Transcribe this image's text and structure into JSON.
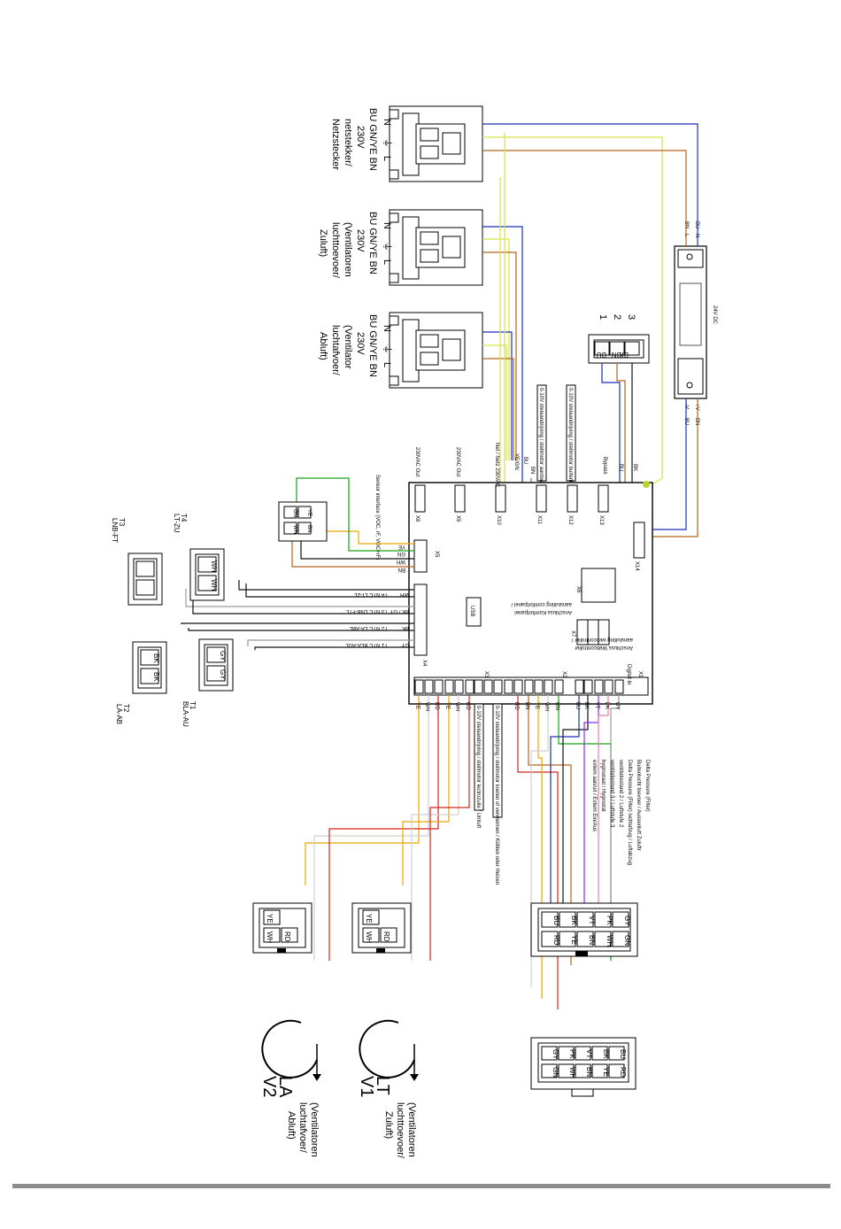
{
  "mains_plugs": [
    {
      "pins": [
        "N",
        "⏚",
        "L"
      ],
      "colors": "BU GN/YE BN",
      "voltage": "230V",
      "label1": "netstekker/",
      "label2": "Netzstecker",
      "label3": ""
    },
    {
      "pins": [
        "N",
        "⏚",
        "L"
      ],
      "colors": "BU GN/YE BN",
      "voltage": "230V",
      "label1": "(Ventilatoren",
      "label2": "luchttoevoer/",
      "label3": "Zuluft)"
    },
    {
      "pins": [
        "N",
        "⏚",
        "L"
      ],
      "colors": "BU GN/YE BN",
      "voltage": "230V",
      "label1": "(Ventilator",
      "label2": "luchtafvoer/",
      "label3": "Abluft)"
    }
  ],
  "psu": {
    "title": "24V DC",
    "in_l": "BN",
    "in_n": "BU",
    "in_l_pin": "L",
    "in_n_pin": "N",
    "out_neg": "-V",
    "out_pos": "+V",
    "out_neg_c": "BU",
    "out_pos_c": "BN"
  },
  "bypass_conn": {
    "numbers": [
      "3",
      "2",
      "1"
    ],
    "pins": [
      "BK",
      "BN",
      "BU"
    ]
  },
  "board_labels": {
    "x10": "Net / Netz 230VAC",
    "x9": "230VAC Out",
    "x8": "230VAC Out",
    "yegn": "YE/GN",
    "bu": "BU",
    "bn": "BN",
    "bypass": "Bypass",
    "bk": "BK",
    "x11_desc": "0-10V stelaandrijving / stellmotor aardwarmte / Erdwärmetauscher",
    "x12_desc": "0-10V stelaandrijving / stellmotor buitenluchtfilter / Außenluftfilter",
    "sensor": "Sensor interface (VOC, rF, VOC+rF)",
    "x6": "X6",
    "x6_desc1": "aansluiting comfortpanel /",
    "x6_desc2": "Anschluss Komfortpanel",
    "x7": "X7",
    "x7_desc1": "aansluiting webcontroller /",
    "x7_desc2": "Anschluss Webcontroller",
    "usb": "USB",
    "x14": "X14",
    "x13": "X13",
    "x12": "X12",
    "x11": "X11",
    "x10n": "X10",
    "x9n": "X9",
    "x8n": "X8",
    "x5": "X5",
    "x4": "X4",
    "x3": "X3",
    "x2": "X2",
    "x1": "X1",
    "digital": "Digital In"
  },
  "x5_rows": [
    "YE",
    "GN",
    "WH",
    "BN"
  ],
  "x4_rows": [
    {
      "c": "WH",
      "t": "T4 NTC   LT-ZL"
    },
    {
      "c": "BK / GY",
      "t": "T3 NTC   LNB-FTL"
    },
    {
      "c": "BK",
      "t": "T2 NTC   LA-ABL"
    },
    {
      "c": "GY",
      "t": "T1 NTC   BLA-AUL"
    }
  ],
  "sensors": [
    {
      "name": "T4",
      "sub": "LT-ZU",
      "pins": [
        "WH",
        "WH"
      ]
    },
    {
      "name": "T3",
      "sub": "LNB-FT",
      "pins": [
        "",
        ""
      ]
    },
    {
      "name": "T2",
      "sub": "LA-AB",
      "pins": [
        "BK",
        "BK"
      ]
    },
    {
      "name": "T1",
      "sub": "BLA-AU",
      "pins": [
        "GY",
        "GY"
      ]
    }
  ],
  "bottom_wire_colors": [
    "YE",
    "WH",
    "RD",
    "YE",
    "WH",
    "RD",
    "",
    "",
    "",
    "",
    "RD",
    "BN",
    "YE",
    "WH",
    "GN",
    "BU",
    "BK",
    "VT",
    "PK",
    "GY"
  ],
  "x3_desc1": "0-10V stelaandrijving / stellmotor koelen of verwarmen / Kühlen oder Heizen",
  "x3_desc2": "0-10V stelaandrijving / stellmotor lectrozuile / Umluft",
  "digital_desc": [
    "Delta Pressure (Filter)",
    "Buitenlucht toevoer / Aussenluft Zuluftr",
    "Delta Pressure (Filter) luchtafzug / Luftabzug",
    "ventilatiestand 2 / Luftstufe 2",
    "ventilatiestand 3 / Luftstufe 3",
    "hygrostaat / Hygrostat",
    "extern aan/uit / Extern Ein/Aus"
  ],
  "fan_conn": {
    "top": [
      "BU",
      "BK",
      "VT",
      "PK",
      "GY"
    ],
    "bottom": [
      "RD",
      "YE",
      "BN",
      "WH",
      "GN"
    ]
  },
  "fan_small": {
    "top": [
      "YE"
    ],
    "bottom": [
      "WH",
      "RD"
    ]
  },
  "fans": [
    {
      "id": "LT",
      "num": "V1",
      "desc1": "(Ventilatoren",
      "desc2": "luchttoevoer/",
      "desc3": "Zuluft)"
    },
    {
      "id": "LA",
      "num": "V2",
      "desc1": "(Ventilatoren",
      "desc2": "luchtafvoer/",
      "desc3": "Abluft)"
    }
  ],
  "colors": {
    "BU": "#1a2fb8",
    "BN": "#b5651d",
    "YE": "#e8a800",
    "GNYE": "#d6e34a",
    "GN": "#16a516",
    "RD": "#d4241b",
    "BK": "#111111",
    "GY": "#9a9a9a",
    "WH": "#cfcfcf",
    "VT": "#8a2be2",
    "PK": "#e87ab0"
  }
}
